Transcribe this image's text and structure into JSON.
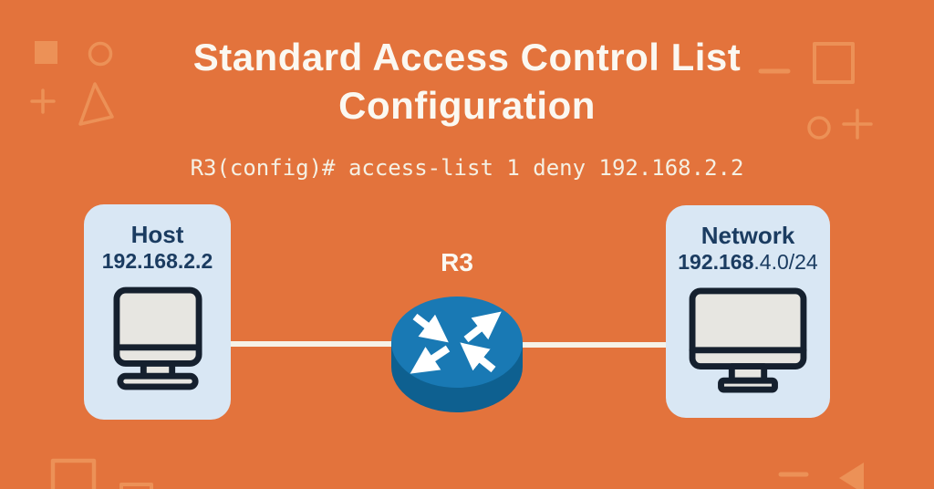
{
  "title": "Standard Access Control List Configuration",
  "command": "R3(config)# access-list 1 deny 192.168.2.2",
  "diagram": {
    "host": {
      "label": "Host",
      "ip": "192.168.2.2"
    },
    "router": {
      "label": "R3"
    },
    "network": {
      "label": "Network",
      "ip_bold": "192.168",
      "ip_rest": ".4.0/24",
      "ip_full": "192.168.4.0/24"
    },
    "links": [
      {
        "from": "host",
        "to": "router"
      },
      {
        "from": "router",
        "to": "network"
      }
    ]
  },
  "icons": {
    "host": "desktop-computer-icon",
    "router": "cisco-router-icon",
    "network": "widescreen-monitor-icon",
    "decorations": [
      "square",
      "circle",
      "plus",
      "triangle",
      "dash"
    ]
  },
  "colors": {
    "background": "#E3733C",
    "decoration": "#EC9157",
    "card_bg": "#D9E7F4",
    "text_navy": "#1B3C61",
    "title_text": "#FBF8F1",
    "command_text": "#F5F0E3",
    "router_top": "#1979B4",
    "router_side": "#0E6090",
    "connector_line": "#F6F2E7",
    "monitor_outline": "#15202E",
    "monitor_screen": "#E7E6E1"
  }
}
